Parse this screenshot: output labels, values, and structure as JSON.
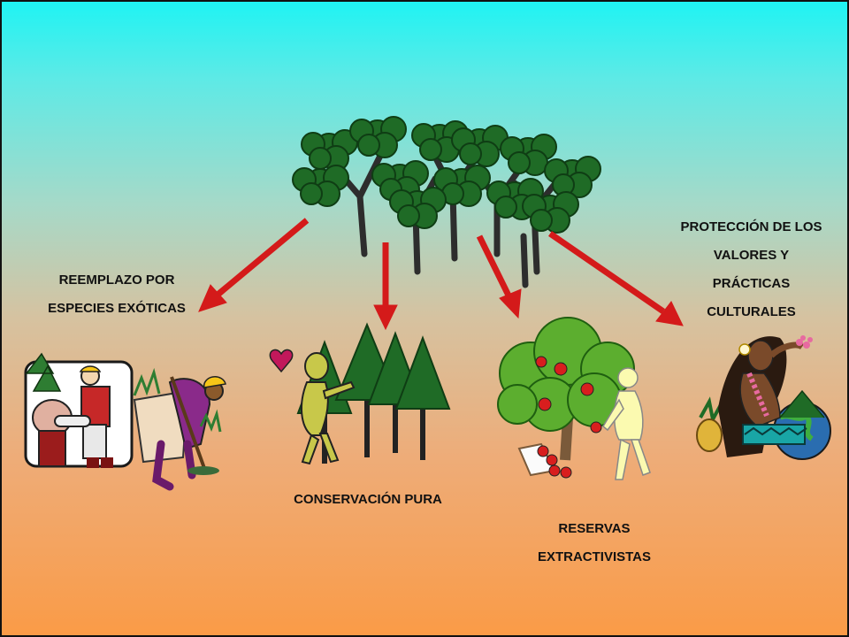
{
  "labels": {
    "exotic": [
      "REEMPLAZO POR",
      "ESPECIES EXÓTICAS"
    ],
    "pure": [
      "CONSERVACIÓN PURA"
    ],
    "reserves": [
      "RESERVAS",
      "EXTRACTIVISTAS"
    ],
    "cultural": [
      "PROTECCIÓN DE LOS",
      "VALORES Y",
      "PRÁCTICAS",
      "CULTURALES"
    ]
  },
  "colors": {
    "arrow": "#d41a1a",
    "foliage": "#1f6b26",
    "foliage_dark": "#0f3d14",
    "trunk": "#3a3a3a",
    "apple_tree": "#5cae2f",
    "apple": "#d81e1e",
    "figure_green": "#c8c84a",
    "figure_pale": "#fbfab0"
  }
}
